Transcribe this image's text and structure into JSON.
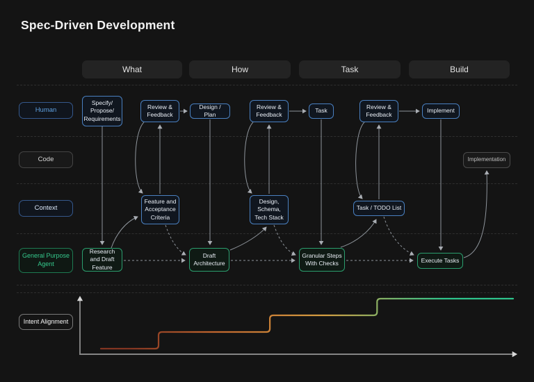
{
  "title": "Spec-Driven Development",
  "phases": [
    {
      "label": "What"
    },
    {
      "label": "How"
    },
    {
      "label": "Task"
    },
    {
      "label": "Build"
    }
  ],
  "lanes": [
    {
      "label": "Human",
      "accent": "#5fa0e0"
    },
    {
      "label": "Code",
      "accent": "#d6d6d6"
    },
    {
      "label": "Context",
      "accent": "#d9e6f7"
    },
    {
      "label": "General Purpose Agent",
      "accent": "#35c88c"
    },
    {
      "label": "Intent Alignment",
      "accent": "#f5f5f5"
    }
  ],
  "nodes": {
    "specify": {
      "label": "Specify/ Propose/ Requirements",
      "lane": "Human",
      "phase": "What"
    },
    "review_what": {
      "label": "Review & Feedback",
      "lane": "Human",
      "phase": "What"
    },
    "design_plan": {
      "label": "Design / Plan",
      "lane": "Human",
      "phase": "How"
    },
    "review_how": {
      "label": "Review & Feedback",
      "lane": "Human",
      "phase": "How"
    },
    "task": {
      "label": "Task",
      "lane": "Human",
      "phase": "Task"
    },
    "review_task": {
      "label": "Review & Feedback",
      "lane": "Human",
      "phase": "Task"
    },
    "implement": {
      "label": "Implement",
      "lane": "Human",
      "phase": "Build"
    },
    "implementation": {
      "label": "Implementation",
      "lane": "Code",
      "phase": "Build"
    },
    "feature_criteria": {
      "label": "Feature and Acceptance Criteria",
      "lane": "Context",
      "phase": "What"
    },
    "design_schema": {
      "label": "Design, Schema, Tech Stack",
      "lane": "Context",
      "phase": "How"
    },
    "todo_list": {
      "label": "Task / TODO List",
      "lane": "Context",
      "phase": "Task"
    },
    "research_draft": {
      "label": "Research and Draft Feature",
      "lane": "General Purpose Agent",
      "phase": "What"
    },
    "draft_architecture": {
      "label": "Draft Architecture",
      "lane": "General Purpose Agent",
      "phase": "How"
    },
    "granular_steps": {
      "label": "Granular Steps With Checks",
      "lane": "General Purpose Agent",
      "phase": "Task"
    },
    "execute_tasks": {
      "label": "Execute Tasks",
      "lane": "General Purpose Agent",
      "phase": "Build"
    }
  },
  "colors": {
    "background": "#141414",
    "blue_border": "#4a80c0",
    "green_border": "#2b9e6e",
    "gray_border": "#4b4b4b",
    "connector": "#8e949b"
  },
  "chart_data": {
    "type": "line",
    "line_style": "step",
    "title": "Intent Alignment",
    "xlabel": "",
    "ylabel": "",
    "levels": 4,
    "grid": false,
    "legend": false,
    "steps": [
      {
        "phase": "What",
        "x_start": 0.0,
        "x_end": 0.14,
        "level": 1,
        "color": "#833522"
      },
      {
        "phase": "How",
        "x_start": 0.14,
        "x_end": 0.41,
        "level": 2,
        "color": "#c2662e"
      },
      {
        "phase": "Task",
        "x_start": 0.41,
        "x_end": 0.67,
        "level": 3,
        "color": "#d69e41"
      },
      {
        "phase": "Build",
        "x_start": 0.67,
        "x_end": 1.0,
        "level": 4,
        "color": "#2ec48c"
      }
    ]
  }
}
